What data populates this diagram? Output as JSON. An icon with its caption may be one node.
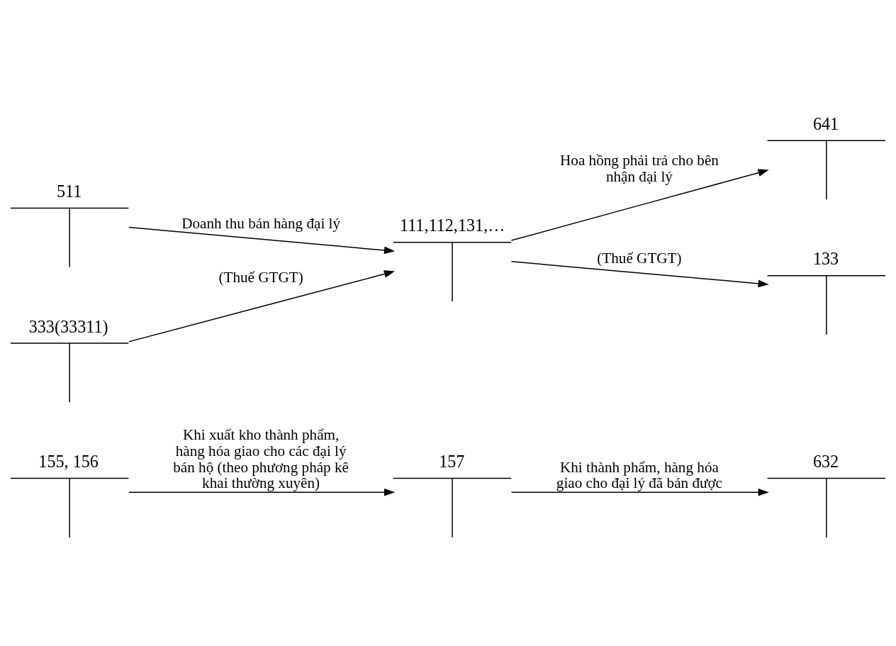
{
  "diagram": {
    "nodes": [
      {
        "text": [
          "155, 156"
        ]
      },
      {
        "text": [
          "157"
        ]
      },
      {
        "text": [
          "632"
        ]
      },
      {
        "text": [
          "511"
        ]
      },
      {
        "text": [
          "111,112,131,…"
        ]
      },
      {
        "text": [
          "641"
        ]
      },
      {
        "text": [
          "333(33311)"
        ]
      },
      {
        "text": [
          "133"
        ]
      }
    ],
    "edges": [
      {
        "from": 0,
        "to": 1,
        "arrow": "to",
        "label": "Khi xuất kho thành phẩm, hàng hóa giao cho các đại lý bán hộ (theo phương pháp kê khai thường xuyên)"
      },
      {
        "from": 1,
        "to": 2,
        "arrow": "to",
        "label": "Khi thành phẩm, hàng hóa giao cho đại lý đã bán được"
      },
      {
        "from": 3,
        "to": 4,
        "arrow": "to",
        "label": "Doanh thu bán hàng đại lý"
      },
      {
        "from": 6,
        "to": 4,
        "arrow": "to",
        "label": "(Thuế GTGT)"
      },
      {
        "from": 4,
        "to": 5,
        "arrow": "to",
        "label": "Hoa hồng phải trả cho bên nhận đại lý"
      },
      {
        "from": 4,
        "to": 7,
        "arrow": "to",
        "label": "(Thuế GTGT)"
      }
    ]
  }
}
